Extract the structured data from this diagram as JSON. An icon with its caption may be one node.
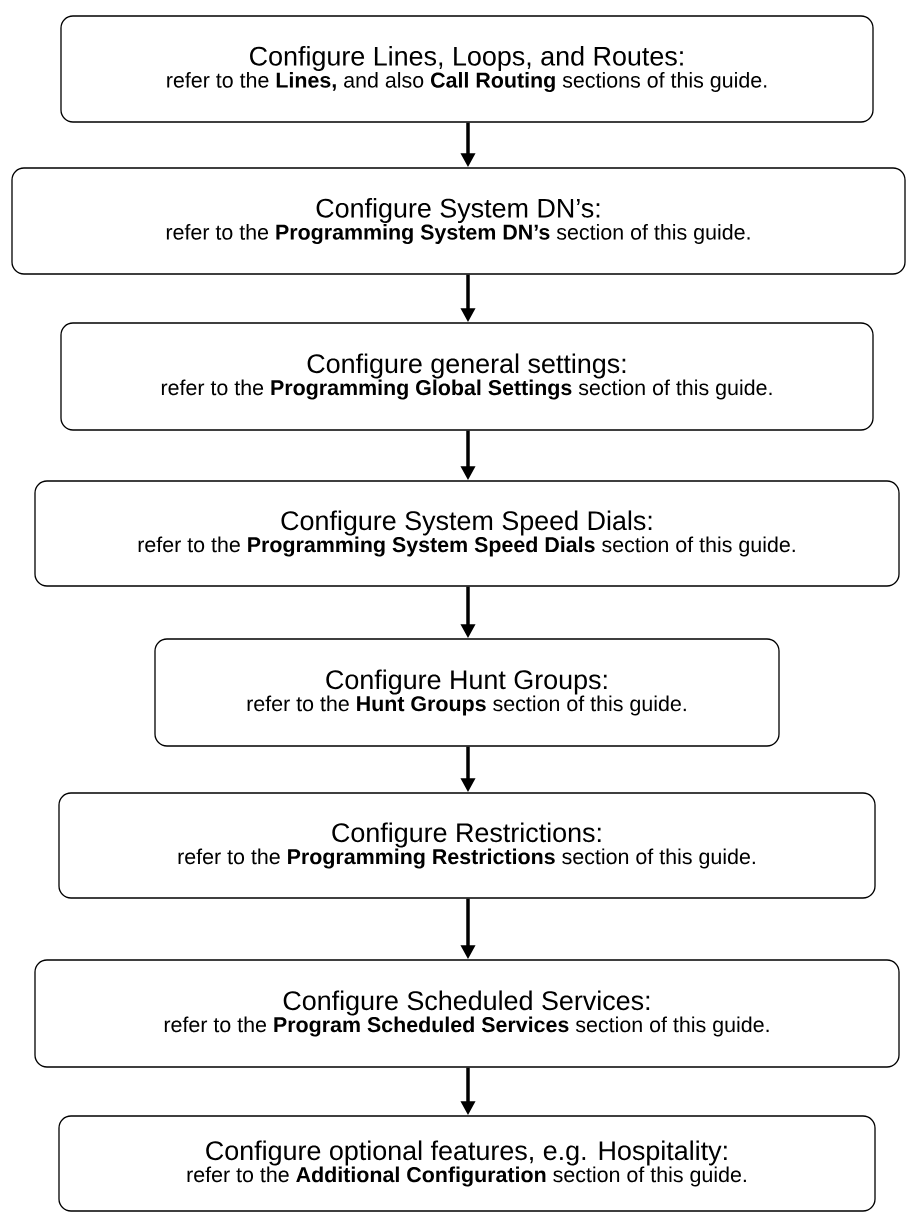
{
  "diagram": {
    "nodes": [
      {
        "text": [
          "Configure Lines, Loops, and Routes:",
          "refer to the **Lines,** and also **Call Routing** sections of this guide."
        ]
      },
      {
        "text": [
          "Configure System DN’s:",
          "refer to the **Programming System DN’s** section of this guide."
        ]
      },
      {
        "text": [
          "Configure general settings:",
          "refer to the **Programming Global Settings** section of this guide."
        ]
      },
      {
        "text": [
          "Configure System Speed Dials:",
          "refer to the **Programming System Speed Dials** section of this guide."
        ]
      },
      {
        "text": [
          "Configure Hunt Groups:",
          "refer to the **Hunt Groups** section of this guide."
        ]
      },
      {
        "text": [
          "Configure Restrictions:",
          "refer to the **Programming Restrictions** section of this guide."
        ]
      },
      {
        "text": [
          "Configure Scheduled Services:",
          "refer to the **Program Scheduled Services** section of this guide."
        ]
      },
      {
        "text": [
          "Configure optional features, e.g. Hospitality:",
          "refer to the **Additional Configuration** section of this guide."
        ]
      }
    ],
    "edges": [
      {
        "from": 0,
        "to": 1,
        "arrow": "to"
      },
      {
        "from": 1,
        "to": 2,
        "arrow": "to"
      },
      {
        "from": 2,
        "to": 3,
        "arrow": "to"
      },
      {
        "from": 3,
        "to": 4,
        "arrow": "to"
      },
      {
        "from": 4,
        "to": 5,
        "arrow": "to"
      },
      {
        "from": 5,
        "to": 6,
        "arrow": "to"
      },
      {
        "from": 6,
        "to": 7,
        "arrow": "to"
      }
    ]
  }
}
